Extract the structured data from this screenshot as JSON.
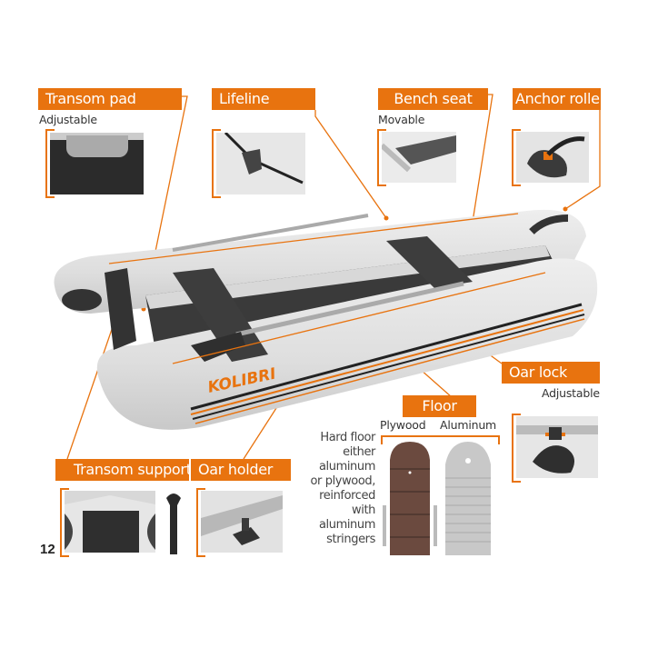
{
  "page_number": "12",
  "brand": "KOLIBRI",
  "accent_color": "#e8730f",
  "callouts": {
    "transom_pad": {
      "title": "Transom pad",
      "subtitle": "Adjustable"
    },
    "lifeline": {
      "title": "Lifeline"
    },
    "bench_seat": {
      "title": "Bench seat",
      "subtitle": "Movable"
    },
    "anchor_roller": {
      "title": "Anchor roller"
    },
    "oar_lock": {
      "title": "Oar lock",
      "subtitle": "Adjustable"
    },
    "floor": {
      "title": "Floor",
      "options": [
        "Plywood",
        "Aluminum"
      ],
      "description": [
        "Hard floor",
        "either",
        "aluminum",
        "or plywood,",
        "reinforced",
        "with",
        "aluminum",
        "stringers"
      ]
    },
    "transom_support": {
      "title": "Transom support"
    },
    "oar_holder": {
      "title": "Oar holder"
    }
  }
}
